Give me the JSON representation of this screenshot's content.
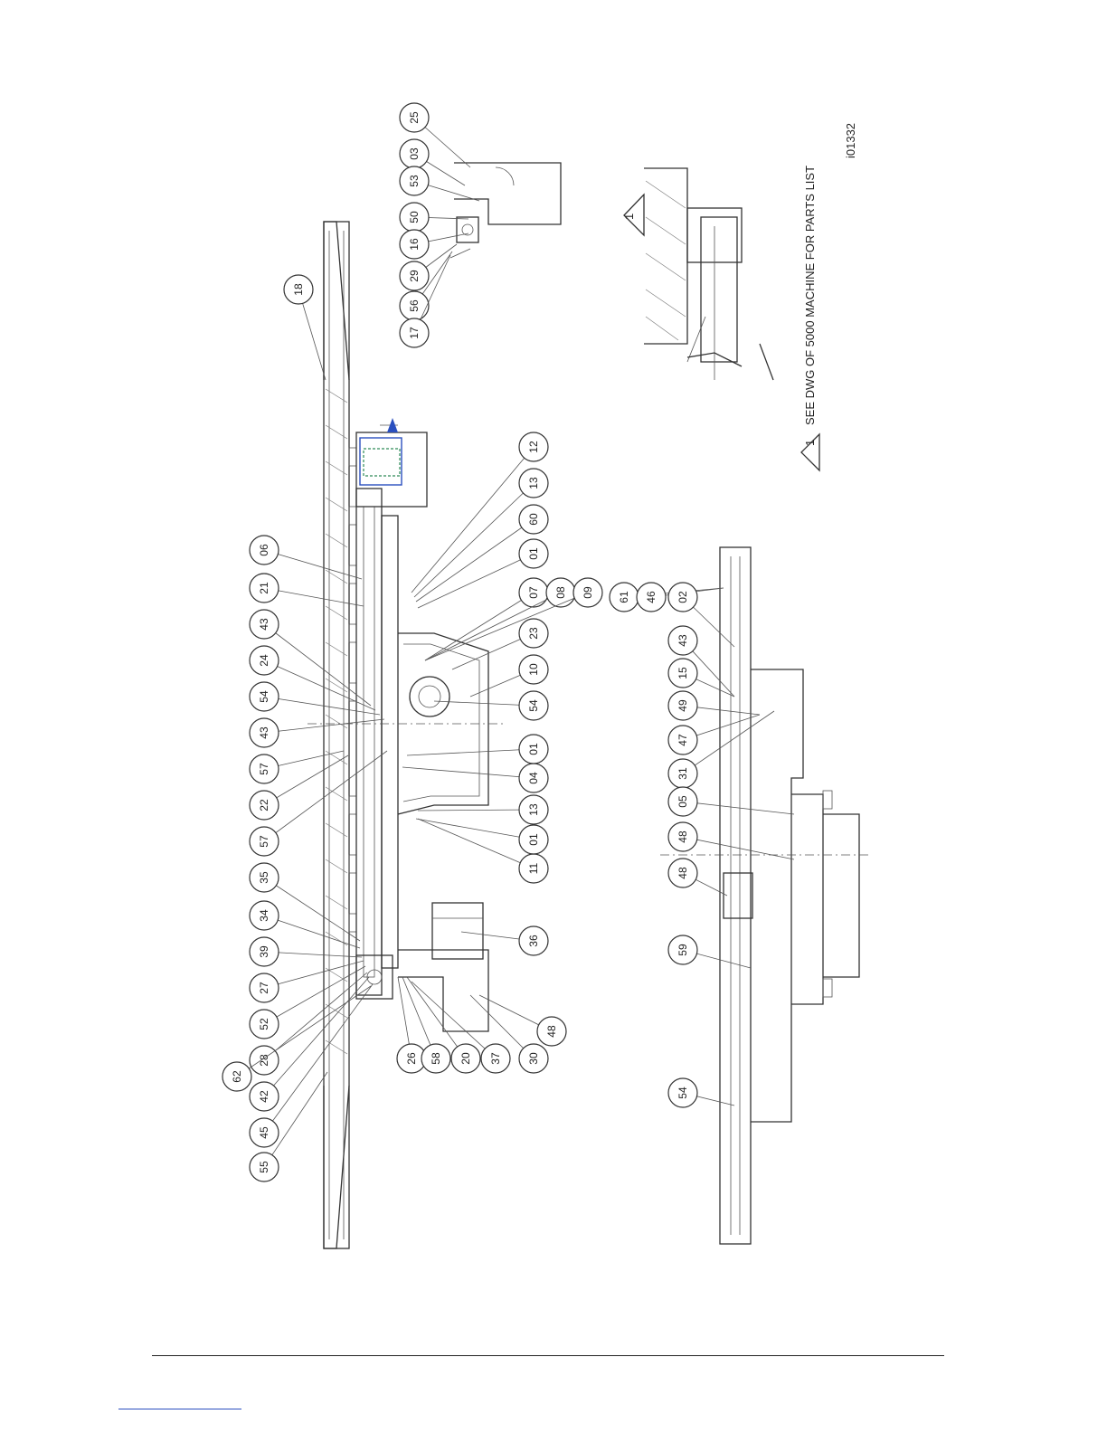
{
  "drawing": {
    "note_text": "SEE DWG OF 5000 MACHINE FOR PARTS LIST",
    "note_marker": "1",
    "drawing_number": "i01332",
    "main_view_callouts": [
      "18",
      "06",
      "21",
      "43",
      "24",
      "54",
      "43",
      "57",
      "22",
      "57",
      "35",
      "34",
      "39",
      "27",
      "52",
      "28",
      "42",
      "45",
      "62",
      "55",
      "26",
      "58",
      "20",
      "37",
      "30",
      "48",
      "36",
      "11",
      "01",
      "13",
      "04",
      "01",
      "54",
      "10",
      "23",
      "07",
      "08",
      "09",
      "01",
      "60",
      "13",
      "12"
    ],
    "detail_view_callouts": [
      "25",
      "03",
      "53",
      "50",
      "16",
      "29",
      "56",
      "17"
    ],
    "bottom_view_callouts": [
      "61",
      "46",
      "02",
      "43",
      "15",
      "49",
      "47",
      "31",
      "05",
      "48",
      "48",
      "59",
      "54"
    ]
  },
  "colors": {
    "ink": "#333333",
    "highlight_green": "#2e8b57",
    "highlight_blue": "#2a4fbf"
  }
}
